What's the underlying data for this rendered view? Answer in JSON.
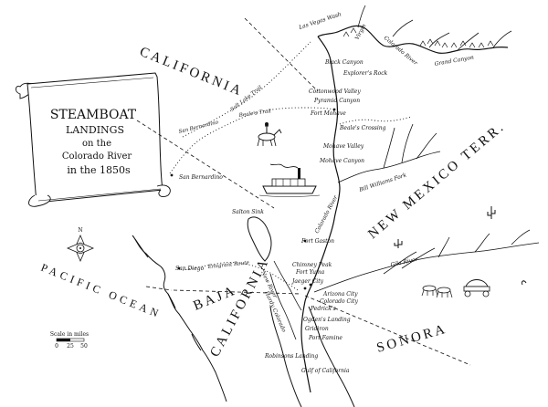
{
  "title": {
    "line1": "STEAMBOAT",
    "line2": "LANDINGS",
    "line3": "on the",
    "line4": "Colorado River",
    "line5": "in the 1850s"
  },
  "regions": {
    "california": "CALIFORNIA",
    "new_mexico": "NEW MEXICO TERR.",
    "baja": "BAJA",
    "baja2": "CALIFORNIA",
    "sonora": "SONORA",
    "pacific": "PACIFIC OCEAN"
  },
  "places": {
    "las_vegas": "Las Vegas Wash",
    "black_canyon": "Black Canyon",
    "virgin": "Virgin",
    "colorado_river_top": "Colorado River",
    "grand_canyon": "Grand Canyon",
    "explorers_rock": "Explorer's Rock",
    "cottonwood": "Cottonwood Valley",
    "pyramid": "Pyramid Canyon",
    "fort_mohave": "Fort Mohave",
    "beales_crossing": "Beale's Crossing",
    "mohave_valley": "Mohave Valley",
    "mohave_canyon": "Mohave Canyon",
    "bill_williams": "Bill Williams Fork",
    "colorado_river_mid": "Colorado River",
    "san_bernardino": "San Bernardino",
    "salton_sink": "Salton Sink",
    "fort_gaston": "Fort Gaston",
    "chimney_peak": "Chimney Peak",
    "fort_yuma": "Fort Yuma",
    "jaeger_city": "Jaeger City",
    "arizona_city": "Arizona City",
    "colorado_city": "Colorado City",
    "pedricks": "Pedrick's",
    "ogdens": "Ogden's Landing",
    "gridiron": "Gridiron",
    "port_famine": "Port Famine",
    "robinsons": "Robinsons Landing",
    "gulf": "Gulf of California",
    "san_diego": "San Diego",
    "gila_river": "Gila River",
    "new_river": "New River",
    "hardy": "Hardy Colorado"
  },
  "trails": {
    "salt_lake": "Salt Lake Trail",
    "san_bernardino_trail": "San Bernardino",
    "beales": "Beale's Trail",
    "emigrant": "Emigrant Route"
  },
  "compass": {
    "north": "N"
  },
  "scale": {
    "label": "Scale in miles",
    "ticks": [
      "0",
      "25",
      "50"
    ]
  }
}
